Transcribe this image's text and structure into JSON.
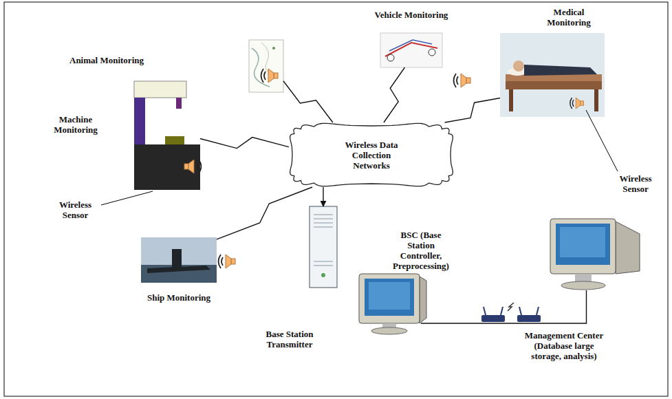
{
  "diagram": {
    "nodes": [
      {
        "text": [
          "Animal Monitoring"
        ]
      },
      {
        "text": [
          "Vehicle Monitoring"
        ]
      },
      {
        "text": [
          "Medical Monitoring"
        ]
      },
      {
        "text": [
          "Machine Monitoring"
        ]
      },
      {
        "text": [
          "Wireless Data Collection Networks"
        ]
      },
      {
        "text": [
          "Ship Monitoring"
        ]
      },
      {
        "text": [
          "Base Station Transmitter"
        ]
      },
      {
        "text": [
          "BSC (Base Station Controller, Preprocessing)"
        ]
      },
      {
        "text": [
          "Management Center (Database large storage, analysis)"
        ]
      }
    ],
    "edges": [
      {
        "from": 0,
        "to": 4,
        "arrow": "none"
      },
      {
        "from": 1,
        "to": 4,
        "arrow": "none"
      },
      {
        "from": 2,
        "to": 4,
        "arrow": "none"
      },
      {
        "from": 3,
        "to": 4,
        "arrow": "none"
      },
      {
        "from": 5,
        "to": 4,
        "arrow": "none"
      },
      {
        "from": 4,
        "to": 6,
        "arrow": "to"
      },
      {
        "from": 7,
        "to": 8,
        "arrow": "none"
      }
    ],
    "labels": [
      "Wireless Sensor",
      "Wireless Sensor"
    ]
  }
}
